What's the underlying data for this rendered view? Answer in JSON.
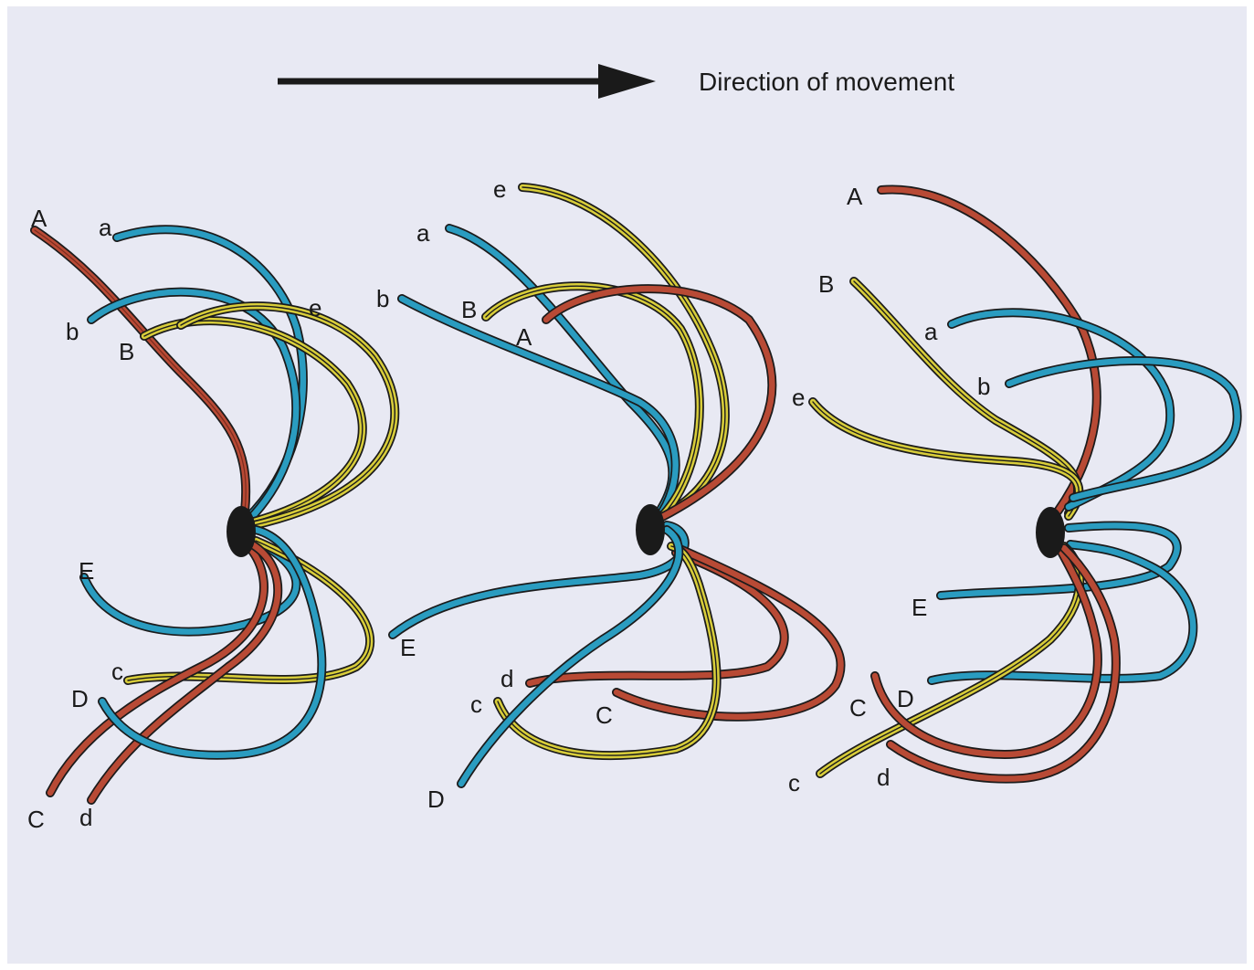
{
  "caption": {
    "text": "Direction of movement"
  },
  "colors": {
    "background": "#e8e9f3",
    "red": "#b84a35",
    "blue": "#2a9cc0",
    "yellow": "#d8cd3a",
    "outline": "#1b1b1b",
    "node": "#1a1a1a"
  },
  "panels": [
    {
      "labels": [
        "A",
        "a",
        "b",
        "B",
        "e",
        "E",
        "c",
        "D",
        "C",
        "d"
      ]
    },
    {
      "labels": [
        "e",
        "a",
        "b",
        "B",
        "A",
        "E",
        "d",
        "c",
        "C",
        "D"
      ]
    },
    {
      "labels": [
        "A",
        "B",
        "a",
        "b",
        "e",
        "E",
        "C",
        "D",
        "c",
        "d"
      ]
    }
  ]
}
